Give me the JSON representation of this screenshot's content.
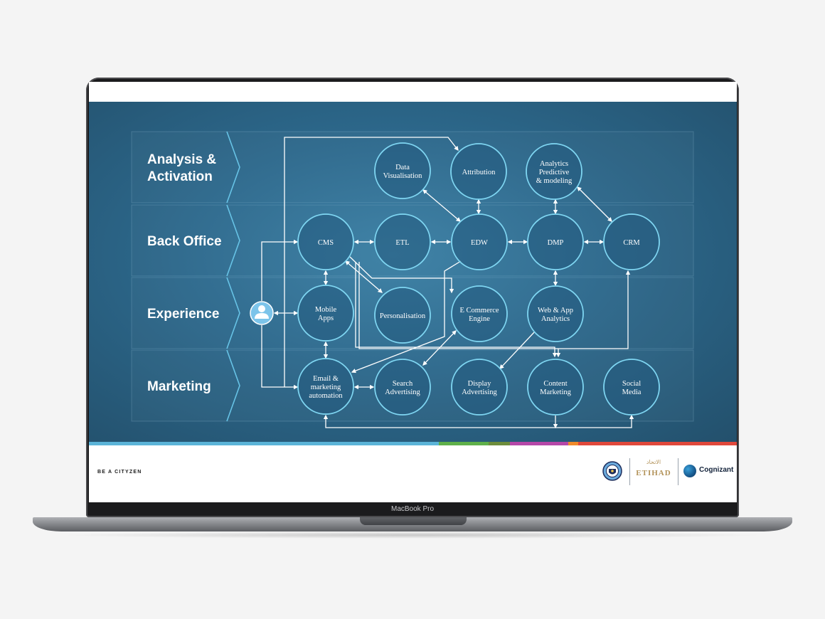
{
  "device": {
    "model_label": "MacBook Pro"
  },
  "slide": {
    "rows": [
      {
        "id": "analysis",
        "label_lines": [
          "Analysis &",
          "Activation"
        ]
      },
      {
        "id": "backoffice",
        "label_lines": [
          "Back Office"
        ]
      },
      {
        "id": "experience",
        "label_lines": [
          "Experience"
        ]
      },
      {
        "id": "marketing",
        "label_lines": [
          "Marketing"
        ]
      }
    ],
    "nodes": [
      {
        "id": "data-visualisation",
        "lines": [
          "Data",
          "Visualisation"
        ]
      },
      {
        "id": "attribution",
        "lines": [
          "Attribution"
        ]
      },
      {
        "id": "analytics",
        "lines": [
          "Analytics",
          "Predictive",
          "& modeling"
        ]
      },
      {
        "id": "cms",
        "lines": [
          "CMS"
        ]
      },
      {
        "id": "etl",
        "lines": [
          "ETL"
        ]
      },
      {
        "id": "edw",
        "lines": [
          "EDW"
        ]
      },
      {
        "id": "dmp",
        "lines": [
          "DMP"
        ]
      },
      {
        "id": "crm",
        "lines": [
          "CRM"
        ]
      },
      {
        "id": "mobile-apps",
        "lines": [
          "Mobile",
          "Apps"
        ]
      },
      {
        "id": "personalisation",
        "lines": [
          "Personalisation"
        ]
      },
      {
        "id": "ecommerce",
        "lines": [
          "E Commerce",
          "Engine"
        ]
      },
      {
        "id": "web-app-analytics",
        "lines": [
          "Web & App",
          "Analytics"
        ]
      },
      {
        "id": "email-marketing",
        "lines": [
          "Email &",
          "marketing",
          "automation"
        ]
      },
      {
        "id": "search-advertising",
        "lines": [
          "Search",
          "Advertising"
        ]
      },
      {
        "id": "display-advertising",
        "lines": [
          "Display",
          "Advertising"
        ]
      },
      {
        "id": "content-marketing",
        "lines": [
          "Content",
          "Marketing"
        ]
      },
      {
        "id": "social-media",
        "lines": [
          "Social",
          "Media"
        ]
      }
    ],
    "colors": {
      "node_stroke": "#7fd6f2",
      "line": "#ffffff",
      "user_icon": "#7cc4ea"
    },
    "color_bar": [
      "#5bb4d8",
      "#5fb04a",
      "#6d8d3c",
      "#b547a8",
      "#f08a2a",
      "#e0483b"
    ]
  },
  "footer": {
    "tagline": "BE A CITYZEN",
    "logos": {
      "etihad": "ETIHAD",
      "etihad_arabic": "الاتحاد",
      "cognizant": "Cognizant"
    }
  }
}
